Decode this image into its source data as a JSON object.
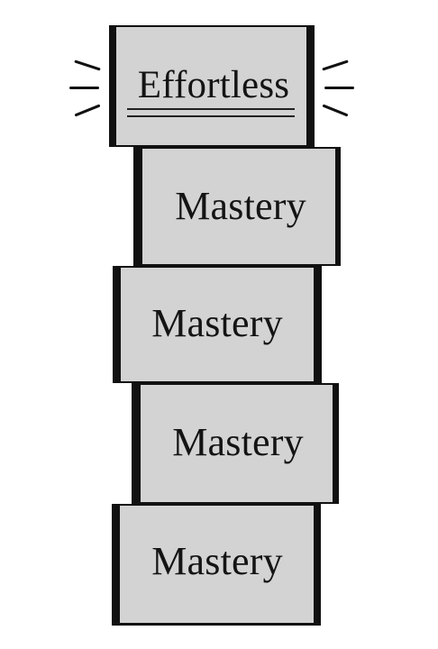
{
  "blocks": [
    {
      "label": "Effortless",
      "highlighted": true
    },
    {
      "label": "Mastery"
    },
    {
      "label": "Mastery"
    },
    {
      "label": "Mastery"
    },
    {
      "label": "Mastery"
    }
  ],
  "colors": {
    "block_fill": "#d3d3d3",
    "outline": "#111111",
    "text": "#141414"
  }
}
